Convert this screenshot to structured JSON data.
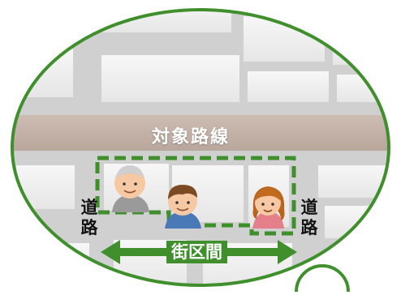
{
  "road": {
    "label": "対象路線"
  },
  "side_left": {
    "line1": "道",
    "line2": "路"
  },
  "side_right": {
    "line1": "道",
    "line2": "路"
  },
  "section": {
    "label": "街区間"
  },
  "colors": {
    "ellipse_border": "#3f8f2c",
    "road": "#c4b2a8",
    "street": "#cfcfcf",
    "building": "#f2f2f2",
    "dashed_outline": "#3f8f2c",
    "arrow": "#3f8f2c"
  },
  "people": [
    "elderly-person-icon",
    "man-icon",
    "woman-icon"
  ]
}
